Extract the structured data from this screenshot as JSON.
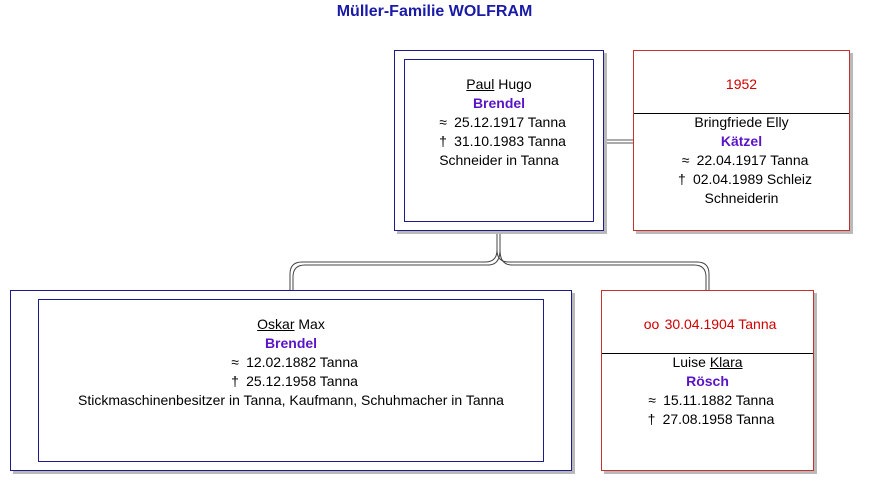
{
  "title": "Müller-Familie WOLFRAM",
  "father": {
    "given_underlined": "Paul",
    "given_rest": " Hugo",
    "surname": "Brendel",
    "birth_symbol": "≈",
    "birth": "25.12.1917 Tanna",
    "death_symbol": "†",
    "death": "31.10.1983 Tanna",
    "occupation": "Schneider in Tanna"
  },
  "mother": {
    "marriage": "1952",
    "given": "Bringfriede Elly",
    "surname": "Kätzel",
    "birth_symbol": "≈",
    "birth": "22.04.1917 Tanna",
    "death_symbol": "†",
    "death": "02.04.1989 Schleiz",
    "occupation": "Schneiderin"
  },
  "grandfather": {
    "given_underlined": "Oskar",
    "given_rest": " Max",
    "surname": "Brendel",
    "birth_symbol": "≈",
    "birth": "12.02.1882 Tanna",
    "death_symbol": "†",
    "death": "25.12.1958 Tanna",
    "occupation": "Stickmaschinenbesitzer in Tanna, Kaufmann, Schuhmacher in Tanna"
  },
  "grandmother": {
    "marriage_symbol": "oo",
    "marriage": "30.04.1904 Tanna",
    "given_plain": "Luise ",
    "given_underlined": "Klara",
    "surname": "Rösch",
    "birth_symbol": "≈",
    "birth": "15.11.1882 Tanna",
    "death_symbol": "†",
    "death": "27.08.1958 Tanna"
  }
}
